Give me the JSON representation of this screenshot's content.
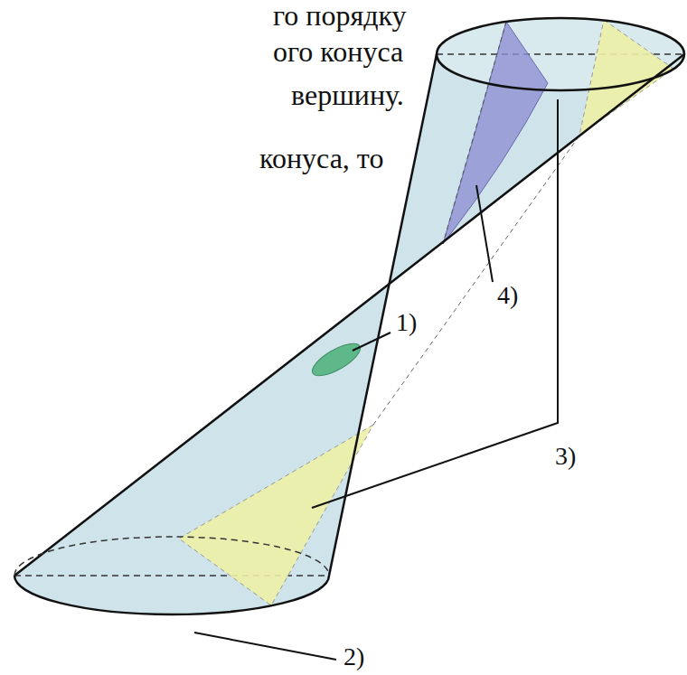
{
  "diagram": {
    "labels": [
      "го порядку",
      "ого конуса",
      "вершину.",
      "конуса, то",
      "1)",
      "4)",
      "3)",
      "2)"
    ]
  }
}
